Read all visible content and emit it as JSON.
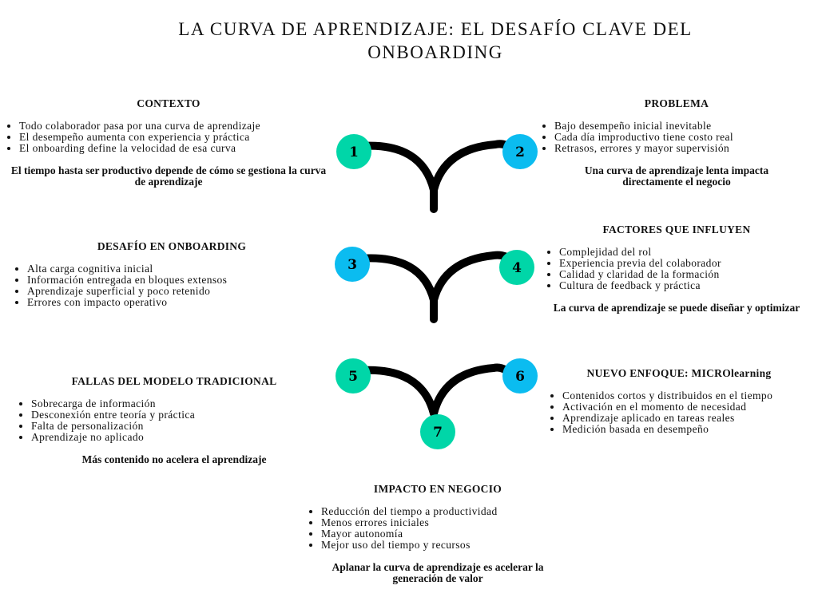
{
  "title": "La curva de aprendizaje: el desafío clave del onboarding",
  "colors": {
    "green": "#00D6A8",
    "blue": "#0BBCF0",
    "line": "#000000"
  },
  "steps": [
    {
      "number": "1",
      "color": "green"
    },
    {
      "number": "2",
      "color": "blue"
    },
    {
      "number": "3",
      "color": "blue"
    },
    {
      "number": "4",
      "color": "green"
    },
    {
      "number": "5",
      "color": "green"
    },
    {
      "number": "6",
      "color": "blue"
    },
    {
      "number": "7",
      "color": "green"
    }
  ],
  "sections": {
    "contexto": {
      "heading": "CONTEXTO",
      "bullets": [
        "Todo colaborador pasa por una curva de aprendizaje",
        "El desempeño aumenta con experiencia y práctica",
        "El onboarding define la velocidad de esa curva"
      ],
      "note": "El tiempo hasta ser productivo depende de cómo se gestiona la curva de aprendizaje"
    },
    "problema": {
      "heading": "PROBLEMA",
      "bullets": [
        "Bajo desempeño inicial inevitable",
        "Cada día improductivo tiene costo real",
        "Retrasos, errores y mayor supervisión"
      ],
      "note": "Una curva de aprendizaje lenta impacta directamente el negocio"
    },
    "desafio": {
      "heading": "DESAFÍO EN ONBOARDING",
      "bullets": [
        "Alta carga cognitiva inicial",
        "Información entregada en bloques extensos",
        "Aprendizaje superficial y poco retenido",
        "Errores con impacto operativo"
      ]
    },
    "factores": {
      "heading": "FACTORES QUE INFLUYEN",
      "bullets": [
        "Complejidad del rol",
        "Experiencia previa del colaborador",
        "Calidad y claridad de la formación",
        "Cultura de feedback y práctica"
      ],
      "note": "La curva de aprendizaje se puede diseñar y optimizar"
    },
    "fallas": {
      "heading": "FALLAS DEL MODELO TRADICIONAL",
      "bullets": [
        "Sobrecarga de información",
        "Desconexión entre teoría y práctica",
        "Falta de personalización",
        "Aprendizaje no aplicado"
      ],
      "note": "Más contenido no acelera el aprendizaje"
    },
    "enfoque": {
      "heading": "NUEVO ENFOQUE: MICROlearning",
      "bullets": [
        "Contenidos cortos y distribuidos en el tiempo",
        "Activación en el momento de necesidad",
        "Aprendizaje aplicado en tareas reales",
        "Medición basada en desempeño"
      ]
    },
    "impacto": {
      "heading": "IMPACTO EN NEGOCIO",
      "bullets": [
        "Reducción del tiempo a productividad",
        "Menos errores iniciales",
        "Mayor autonomía",
        "Mejor uso del tiempo y recursos"
      ],
      "note": "Aplanar la curva de aprendizaje es acelerar la generación de valor"
    }
  }
}
